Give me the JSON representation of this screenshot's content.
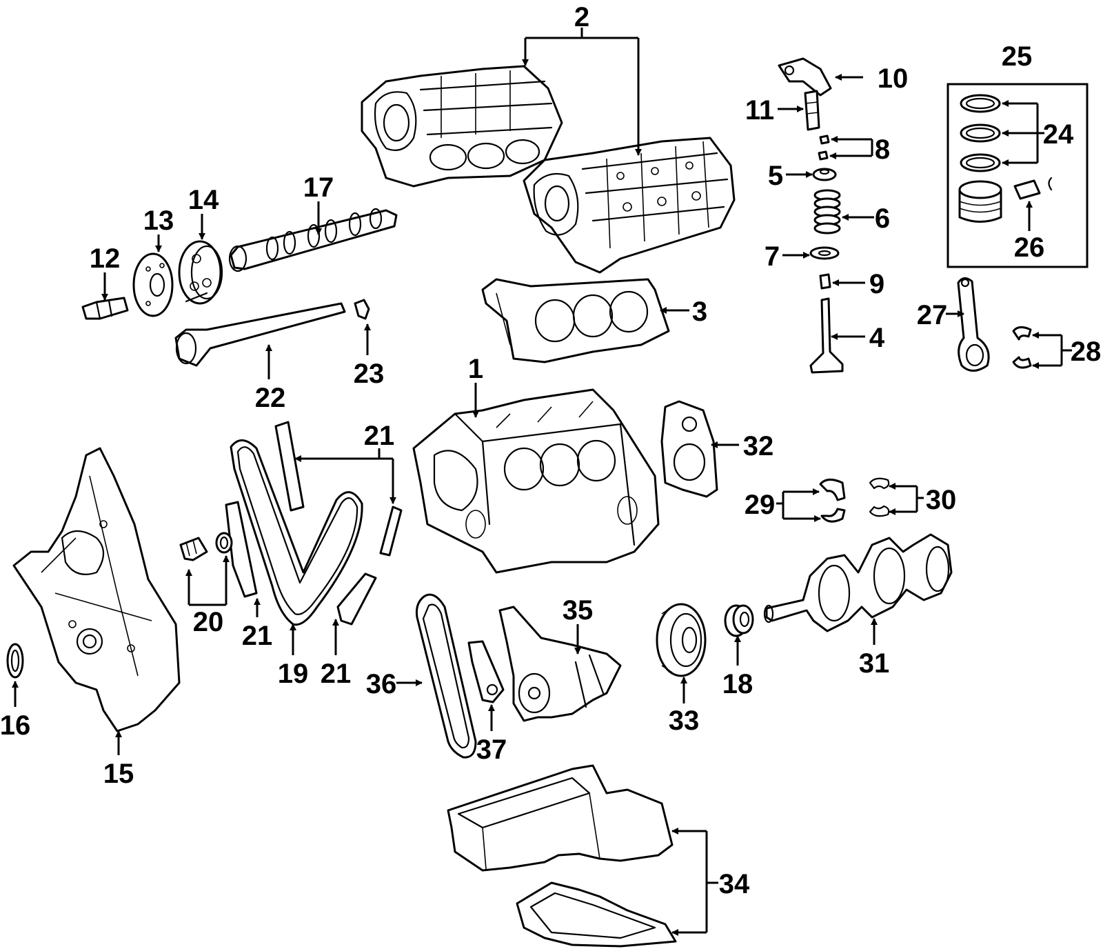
{
  "diagram": {
    "callouts": [
      {
        "id": "c1",
        "label": "1"
      },
      {
        "id": "c2",
        "label": "2"
      },
      {
        "id": "c3",
        "label": "3"
      },
      {
        "id": "c4",
        "label": "4"
      },
      {
        "id": "c5",
        "label": "5"
      },
      {
        "id": "c6",
        "label": "6"
      },
      {
        "id": "c7",
        "label": "7"
      },
      {
        "id": "c8",
        "label": "8"
      },
      {
        "id": "c9",
        "label": "9"
      },
      {
        "id": "c10",
        "label": "10"
      },
      {
        "id": "c11",
        "label": "11"
      },
      {
        "id": "c12",
        "label": "12"
      },
      {
        "id": "c13",
        "label": "13"
      },
      {
        "id": "c14",
        "label": "14"
      },
      {
        "id": "c15",
        "label": "15"
      },
      {
        "id": "c16",
        "label": "16"
      },
      {
        "id": "c17",
        "label": "17"
      },
      {
        "id": "c18",
        "label": "18"
      },
      {
        "id": "c19",
        "label": "19"
      },
      {
        "id": "c20",
        "label": "20"
      },
      {
        "id": "c21a",
        "label": "21"
      },
      {
        "id": "c21b",
        "label": "21"
      },
      {
        "id": "c21c",
        "label": "21"
      },
      {
        "id": "c22",
        "label": "22"
      },
      {
        "id": "c23",
        "label": "23"
      },
      {
        "id": "c24",
        "label": "24"
      },
      {
        "id": "c25",
        "label": "25"
      },
      {
        "id": "c26",
        "label": "26"
      },
      {
        "id": "c27",
        "label": "27"
      },
      {
        "id": "c28",
        "label": "28"
      },
      {
        "id": "c29",
        "label": "29"
      },
      {
        "id": "c30",
        "label": "30"
      },
      {
        "id": "c31",
        "label": "31"
      },
      {
        "id": "c32",
        "label": "32"
      },
      {
        "id": "c33",
        "label": "33"
      },
      {
        "id": "c34",
        "label": "34"
      },
      {
        "id": "c35",
        "label": "35"
      },
      {
        "id": "c36",
        "label": "36"
      },
      {
        "id": "c37",
        "label": "37"
      }
    ]
  }
}
